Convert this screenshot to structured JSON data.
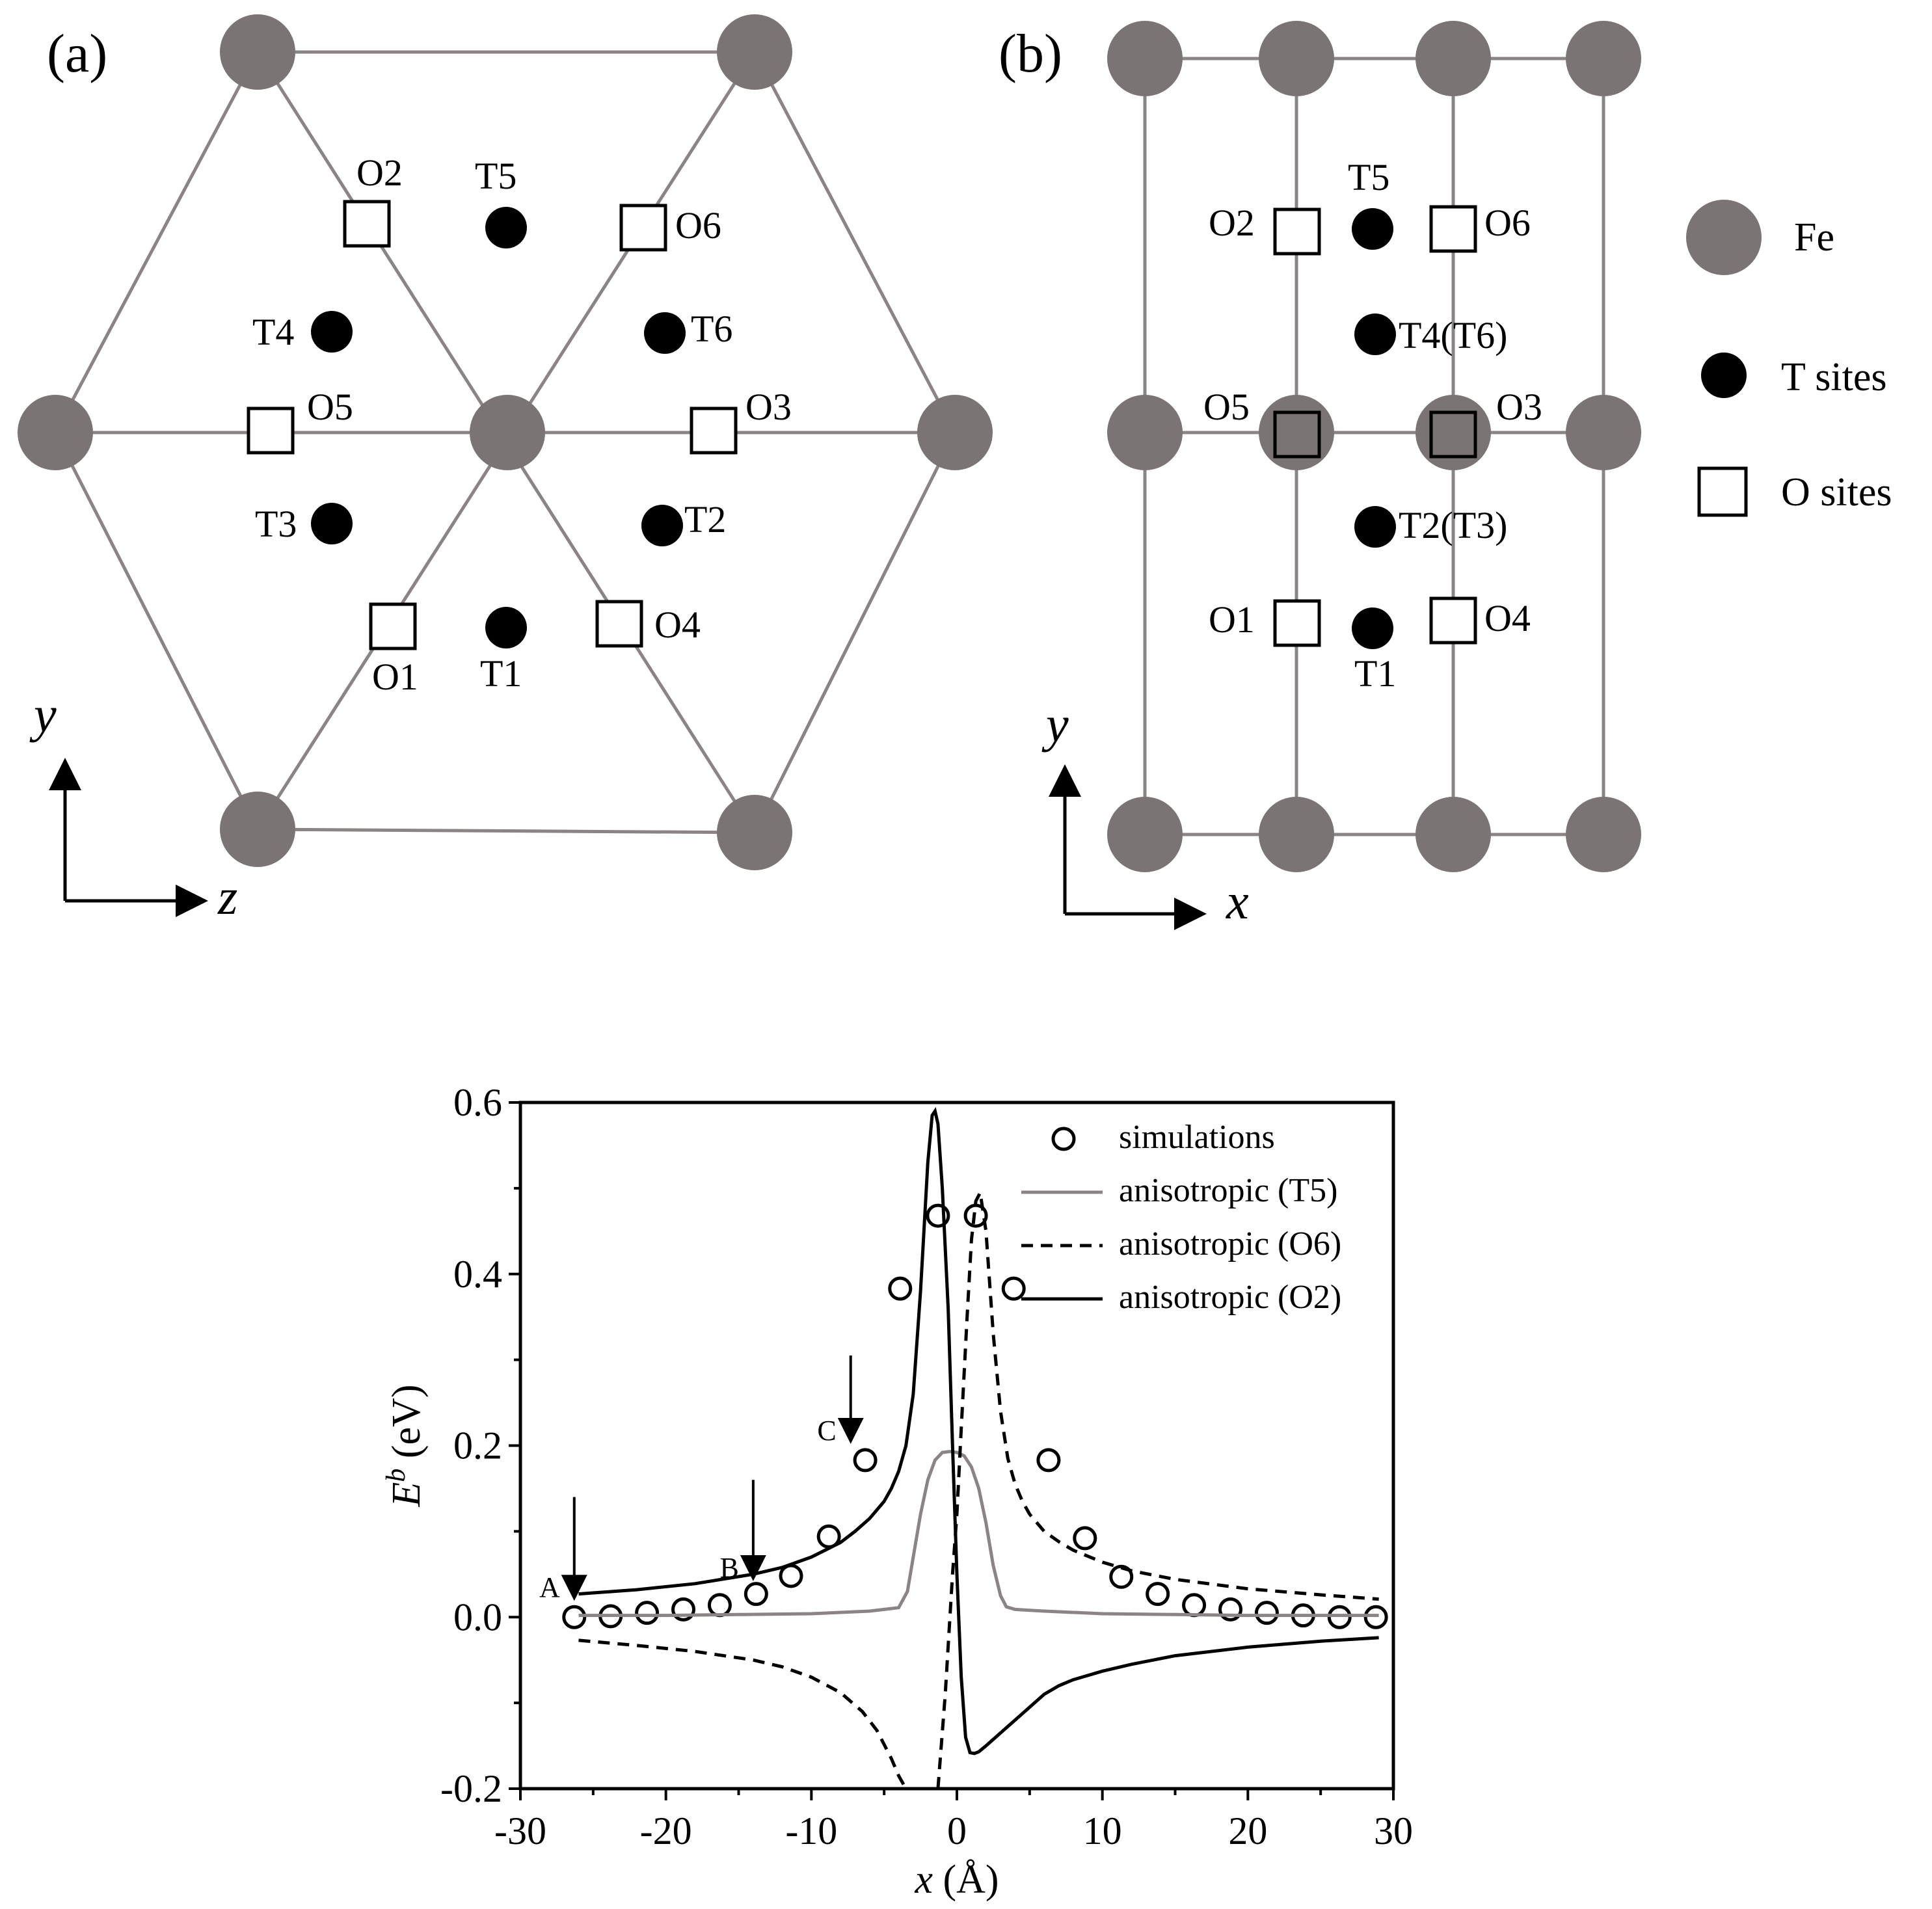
{
  "panels": {
    "a": {
      "label": "(a)",
      "site_labels": {
        "O1": "O1",
        "O2": "O2",
        "O3": "O3",
        "O4": "O4",
        "O5": "O5",
        "O6": "O6",
        "T1": "T1",
        "T2": "T2",
        "T3": "T3",
        "T4": "T4",
        "T5": "T5",
        "T6": "T6"
      },
      "axis_vertical": "y",
      "axis_horizontal": "z"
    },
    "b": {
      "label": "(b)",
      "site_labels": {
        "O1": "O1",
        "O2": "O2",
        "O3": "O3",
        "O4": "O4",
        "O5": "O5",
        "O6": "O6",
        "T1": "T1",
        "T5": "T5",
        "T4T6": "T4(T6)",
        "T2T3": "T2(T3)"
      },
      "axis_vertical": "y",
      "axis_horizontal": "x"
    }
  },
  "legend": {
    "fe": "Fe",
    "t_sites": "T sites",
    "o_sites": "O sites"
  },
  "colors": {
    "atom": "#7a7474",
    "bond": "#8a8484",
    "black": "#000000",
    "t5_line": "#8a8484"
  },
  "chart_data": {
    "type": "line",
    "xlabel_italic": "x",
    "xlabel_unit": " (Å)",
    "ylabel_italic": "E",
    "ylabel_sup": "b",
    "ylabel_unit": " (eV)",
    "xlim": [
      -30,
      30
    ],
    "ylim": [
      -0.2,
      0.6
    ],
    "xticks": [
      -30,
      -20,
      -10,
      0,
      10,
      20,
      30
    ],
    "yticks": [
      -0.2,
      0.0,
      0.2,
      0.4,
      0.6
    ],
    "xtick_labels": [
      "-30",
      "-20",
      "-10",
      "0",
      "10",
      "20",
      "30"
    ],
    "ytick_labels": [
      "-0.2",
      "0.0",
      "0.2",
      "0.4",
      "0.6"
    ],
    "legend_position": "top-right",
    "series": [
      {
        "name": "simulations",
        "style": "open-circle",
        "x": [
          -26.3,
          -23.8,
          -21.3,
          -18.8,
          -16.3,
          -13.8,
          -11.4,
          -8.8,
          -6.3,
          -3.9,
          -1.3,
          1.3,
          3.9,
          6.3,
          8.8,
          11.3,
          13.8,
          16.3,
          18.8,
          21.3,
          23.8,
          26.3,
          28.8
        ],
        "values": [
          0.0,
          0.001,
          0.005,
          0.009,
          0.014,
          0.027,
          0.048,
          0.094,
          0.183,
          0.383,
          0.468,
          0.468,
          0.383,
          0.183,
          0.092,
          0.047,
          0.027,
          0.014,
          0.009,
          0.005,
          0.002,
          0.0,
          0.0
        ]
      },
      {
        "name": "anisotropic (T5)",
        "style": "solid-gray",
        "x": [
          -26,
          -20,
          -15,
          -10,
          -6,
          -5,
          -4,
          -3.4,
          -3.0,
          -2.5,
          -2.0,
          -1.5,
          -1.0,
          -0.5,
          0.0,
          0.5,
          1.0,
          1.5,
          2.0,
          2.5,
          3.0,
          3.4,
          4,
          5,
          6,
          10,
          15,
          20,
          29
        ],
        "values": [
          0.002,
          0.002,
          0.003,
          0.004,
          0.007,
          0.009,
          0.011,
          0.03,
          0.07,
          0.12,
          0.16,
          0.183,
          0.192,
          0.193,
          0.192,
          0.188,
          0.175,
          0.15,
          0.11,
          0.06,
          0.025,
          0.012,
          0.009,
          0.008,
          0.007,
          0.004,
          0.003,
          0.002,
          0.002
        ]
      },
      {
        "name": "anisotropic (O6)",
        "style": "dashed-black",
        "segments": [
          {
            "x": [
              -26,
              -22,
              -18,
              -14,
              -12,
              -10,
              -8,
              -6.5,
              -5.5,
              -4.5,
              -4.0,
              -3.5,
              -3.3
            ],
            "values": [
              -0.027,
              -0.033,
              -0.04,
              -0.05,
              -0.058,
              -0.07,
              -0.088,
              -0.11,
              -0.132,
              -0.165,
              -0.185,
              -0.2,
              -0.2
            ]
          },
          {
            "x": [
              -1.3,
              -0.8,
              -0.3,
              0.0,
              0.3,
              0.7,
              1.0,
              1.3,
              1.6,
              2.0,
              2.5,
              3.0,
              3.5,
              4.0,
              4.5,
              5.0,
              6.0,
              7.0,
              8.0,
              10.0,
              12.0,
              15.0,
              20.0,
              25.0,
              29.0
            ],
            "values": [
              -0.2,
              -0.09,
              0.05,
              0.12,
              0.22,
              0.35,
              0.44,
              0.485,
              0.495,
              0.45,
              0.33,
              0.24,
              0.185,
              0.155,
              0.135,
              0.12,
              0.1,
              0.088,
              0.078,
              0.064,
              0.054,
              0.044,
              0.033,
              0.026,
              0.021
            ]
          }
        ]
      },
      {
        "name": "anisotropic (O2)",
        "style": "solid-black",
        "x": [
          -26,
          -22,
          -18,
          -14,
          -12,
          -10,
          -8,
          -7,
          -6,
          -5,
          -4.5,
          -4,
          -3.5,
          -3,
          -2.5,
          -2.0,
          -1.7,
          -1.5,
          -1.3,
          -1.0,
          -0.6,
          -0.3,
          0.0,
          0.3,
          0.6,
          0.9,
          1.2,
          1.5,
          2.0,
          3.0,
          4.0,
          5.0,
          6.0,
          7.0,
          8.0,
          10.0,
          12.0,
          15.0,
          20.0,
          25.0,
          29.0
        ],
        "values": [
          0.027,
          0.032,
          0.039,
          0.05,
          0.058,
          0.07,
          0.087,
          0.1,
          0.115,
          0.135,
          0.15,
          0.17,
          0.2,
          0.26,
          0.38,
          0.53,
          0.585,
          0.59,
          0.575,
          0.5,
          0.36,
          0.2,
          0.05,
          -0.07,
          -0.14,
          -0.158,
          -0.159,
          -0.157,
          -0.15,
          -0.135,
          -0.12,
          -0.105,
          -0.09,
          -0.08,
          -0.073,
          -0.063,
          -0.055,
          -0.045,
          -0.035,
          -0.028,
          -0.024
        ]
      }
    ],
    "annotations": [
      {
        "label": "A",
        "x": -26.3,
        "y_tip": 0.022,
        "y_top": 0.14
      },
      {
        "label": "B",
        "x": -14.0,
        "y_tip": 0.045,
        "y_top": 0.16
      },
      {
        "label": "C",
        "x": -7.3,
        "y_tip": 0.205,
        "y_top": 0.305
      }
    ]
  }
}
